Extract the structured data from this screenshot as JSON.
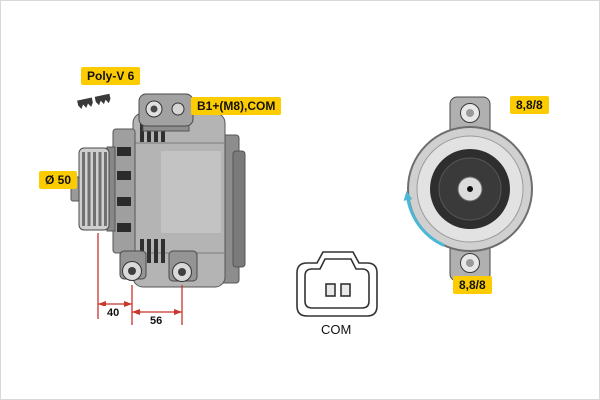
{
  "colors": {
    "label_background": "#fccb00",
    "dimension_red": "#c9342b",
    "rotation_cyan": "#4db8d6"
  },
  "side_view": {
    "belt_type_label": "Poly-V 6",
    "terminals_label": "B1+(M8),COM",
    "pulley_diameter_label": "Ø 50",
    "dimensions": {
      "pulley_to_foot": "40",
      "foot_spacing": "56"
    }
  },
  "connector": {
    "name": "COM"
  },
  "rear_view": {
    "bolt_spec_top": "8,8/8",
    "bolt_spec_bottom": "8,8/8"
  }
}
